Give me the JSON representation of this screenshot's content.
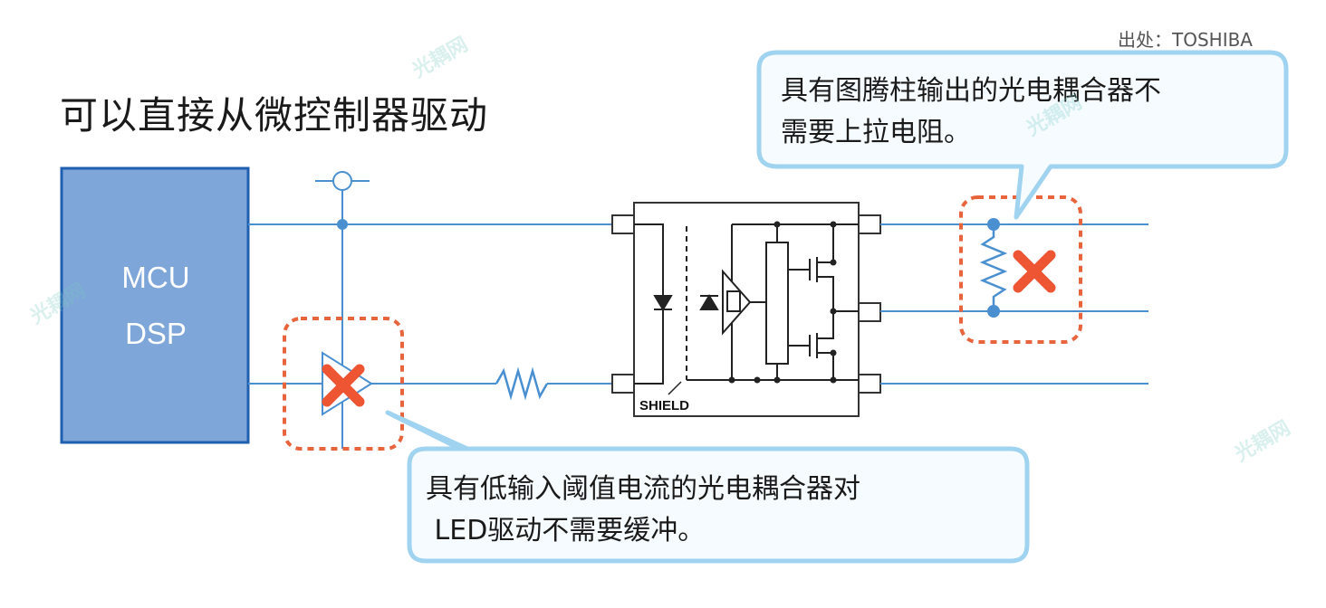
{
  "title": "可以直接从微控制器驱动",
  "source": "出处：TOSHIBA",
  "mcu": {
    "line1": "MCU",
    "line2": "DSP"
  },
  "shield_label": "SHIELD",
  "callout_top": {
    "line1": "具有图腾柱输出的光电耦合器不",
    "line2": "需要上拉电阻。"
  },
  "callout_bottom": {
    "line1": "具有低输入阈值电流的光电耦合器对",
    "line2": " LED驱动不需要缓冲。"
  },
  "watermark": "光耦网",
  "colors": {
    "wire": "#4a90d0",
    "mcu_fill": "#7ea6d8",
    "mcu_border": "#1f5fb0",
    "dash": "#e8643c",
    "cross": "#ee5533",
    "callout_fill": "#f5fbff",
    "callout_border": "#9fd3ef"
  }
}
